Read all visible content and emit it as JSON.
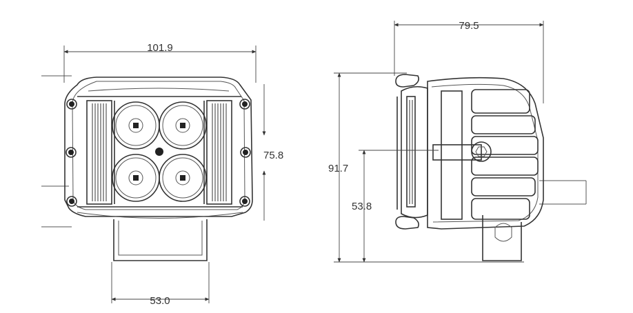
{
  "dimensions": {
    "front_width": "101.9",
    "front_height": "75.8",
    "bracket_width": "53.0",
    "side_depth": "79.5",
    "side_height": "91.7",
    "mount_height": "53.8"
  }
}
